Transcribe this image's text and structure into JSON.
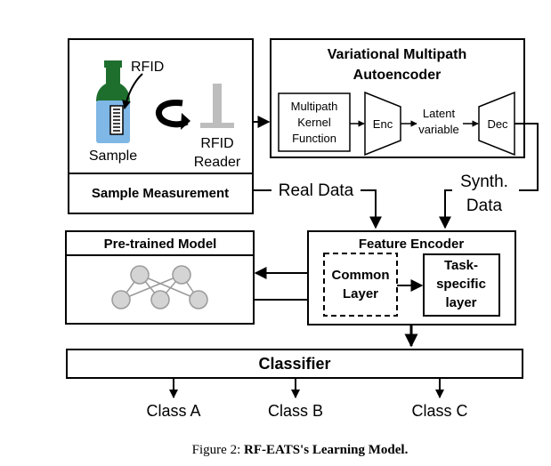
{
  "caption": {
    "prefix": "Figure 2: ",
    "title": "RF-EATS's Learning Model."
  },
  "sample_measurement": {
    "title": "Sample Measurement",
    "rfid_label": "RFID",
    "sample_label": "Sample",
    "reader_line1": "RFID",
    "reader_line2": "Reader"
  },
  "vma": {
    "title_line1": "Variational Multipath",
    "title_line2": "Autoencoder",
    "kernel_line1": "Multipath",
    "kernel_line2": "Kernel",
    "kernel_line3": "Function",
    "enc": "Enc",
    "latent_line1": "Latent",
    "latent_line2": "variable",
    "dec": "Dec"
  },
  "flows": {
    "real_data": "Real Data",
    "synth_line1": "Synth.",
    "synth_line2": "Data"
  },
  "pretrained": {
    "title": "Pre-trained Model"
  },
  "feature_encoder": {
    "title": "Feature Encoder",
    "common_line1": "Common",
    "common_line2": "Layer",
    "task_line1": "Task-",
    "task_line2": "specific",
    "task_line3": "layer"
  },
  "classifier": {
    "title": "Classifier",
    "classes": [
      "Class A",
      "Class B",
      "Class C"
    ]
  },
  "colors": {
    "bottle_green": "#1e6f2e",
    "bottle_water": "#7fb7e6",
    "node_gray": "#d4d4d4",
    "reader_gray": "#bdbdbd"
  }
}
